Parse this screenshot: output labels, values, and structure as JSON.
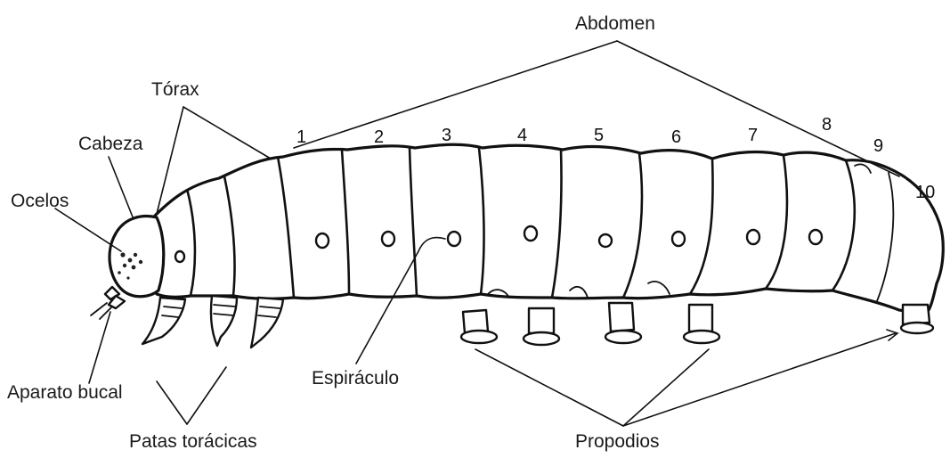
{
  "labels": {
    "abdomen": "Abdomen",
    "torax": "Tórax",
    "cabeza": "Cabeza",
    "ocelos": "Ocelos",
    "aparato_bucal": "Aparato bucal",
    "patas_toracicas": "Patas torácicas",
    "espiraculo": "Espiráculo",
    "propodios": "Propodios"
  },
  "segment_numbers": [
    "1",
    "2",
    "3",
    "4",
    "5",
    "6",
    "7",
    "8",
    "9",
    "10"
  ],
  "colors": {
    "ink": "#111111",
    "background": "#ffffff"
  }
}
